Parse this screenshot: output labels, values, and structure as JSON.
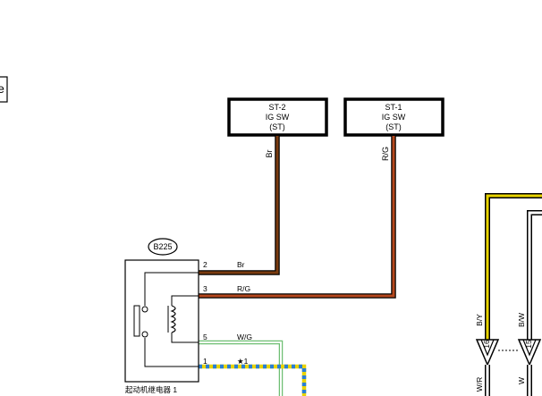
{
  "corner_letter": "e",
  "switches": [
    {
      "id": "st2",
      "line1": "ST-2",
      "line2": "IG SW",
      "line3": "(ST)"
    },
    {
      "id": "st1",
      "line1": "ST-1",
      "line2": "IG SW",
      "line3": "(ST)"
    }
  ],
  "wire_labels": {
    "br_vertical": "Br",
    "rg_vertical": "R/G",
    "by_vertical": "B/Y",
    "bw_vertical": "B/W",
    "wr_vertical": "W/R",
    "w_vertical": "W"
  },
  "relay": {
    "connector": "B225",
    "name": "起动机继电器 1",
    "pins": [
      {
        "num": "2",
        "wire": "Br"
      },
      {
        "num": "3",
        "wire": "R/G"
      },
      {
        "num": "5",
        "wire": "W/G"
      },
      {
        "num": "1",
        "wire": "★1"
      }
    ]
  },
  "connector_pins": {
    "left": "16",
    "right": "15"
  },
  "colors": {
    "brown": "#7a3b0f",
    "red_green": "#b5471d",
    "yellow": "#e8d300",
    "blue_dash": "#2a7fd4",
    "green": "#6fbf73",
    "black": "#000000"
  }
}
